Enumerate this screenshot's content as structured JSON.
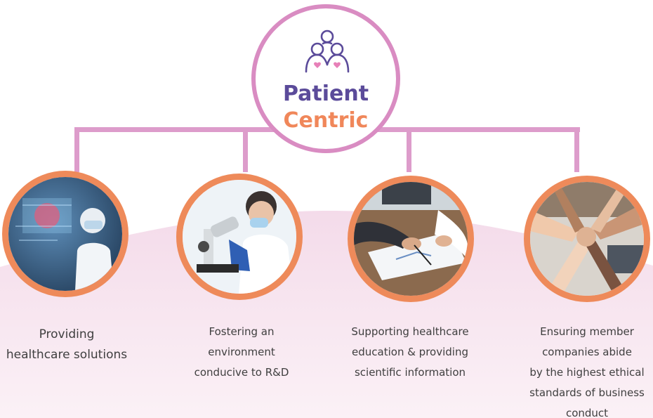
{
  "center": {
    "line1": "Patient",
    "line2": "Centric",
    "icon": "people-hearts-icon"
  },
  "pillars": [
    {
      "image": "doctor-digital-hologram-photo",
      "lines": [
        "Providing",
        "healthcare solutions"
      ]
    },
    {
      "image": "scientist-microscope-photo",
      "lines": [
        "Fostering an",
        "environment",
        "conducive to R&D"
      ]
    },
    {
      "image": "documents-discussion-photo",
      "lines": [
        "Supporting healthcare",
        "education & providing",
        "scientific information"
      ]
    },
    {
      "image": "team-hands-stacked-photo",
      "lines": [
        "Ensuring member",
        "companies abide",
        "by the highest ethical",
        "standards of business",
        "conduct"
      ]
    }
  ],
  "colors": {
    "title_purple": "#5b4b9a",
    "title_orange": "#f0875a",
    "connector_pink": "#dd9ccb",
    "circle_orange": "#ee8a5a",
    "background_pink": "#f6e4ef"
  }
}
